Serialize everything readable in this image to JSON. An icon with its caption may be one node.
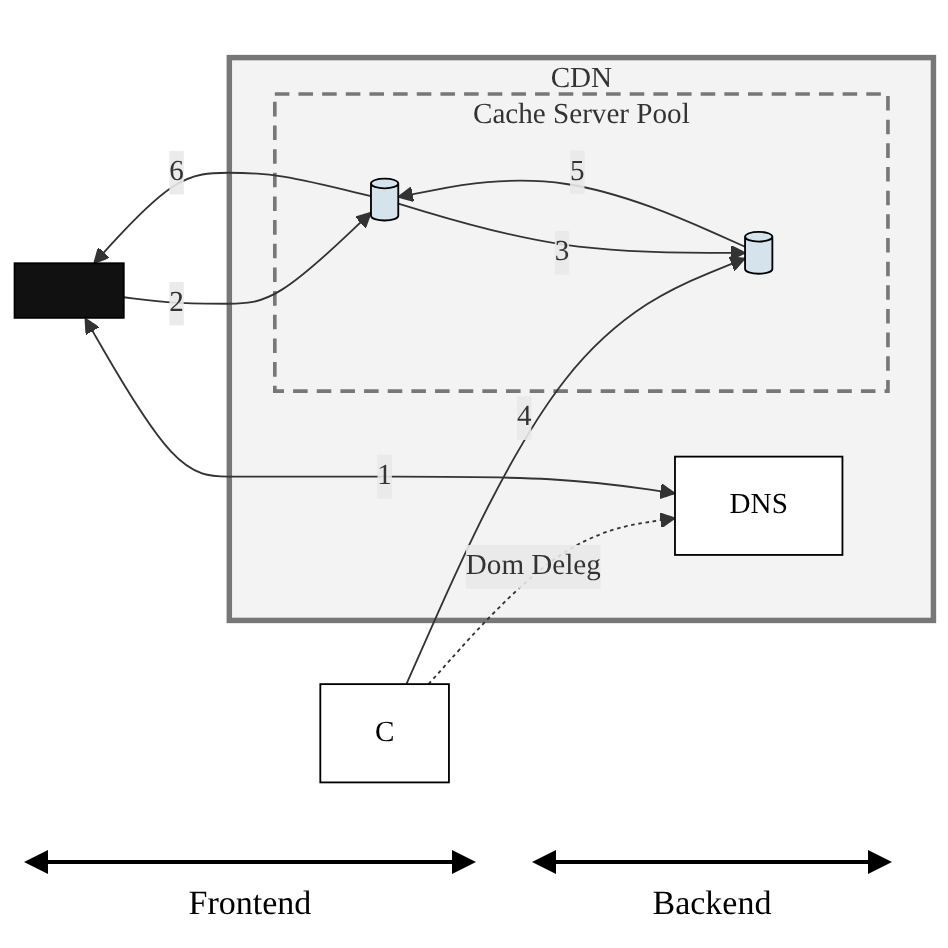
{
  "diagram": {
    "nodes": [
      {
        "text": [],
        "shape": "box"
      },
      {
        "text": [
          "CDN"
        ]
      },
      {
        "text": [
          "DNS"
        ],
        "in": 1
      },
      {
        "text": [
          "Cache Server Pool"
        ],
        "in": 1
      },
      {
        "text": [],
        "shape": "cylinder",
        "in": 3
      },
      {
        "text": [],
        "shape": "cylinder",
        "in": 3
      },
      {
        "text": [
          "C"
        ]
      }
    ],
    "edges": [
      {
        "from": 0,
        "to": 2,
        "arrow": "both",
        "label": "1"
      },
      {
        "from": 0,
        "to": 4,
        "arrow": "to",
        "label": "2"
      },
      {
        "from": 4,
        "to": 5,
        "arrow": "to",
        "label": "3"
      },
      {
        "from": 6,
        "to": 5,
        "arrow": "to",
        "label": "4"
      },
      {
        "from": 5,
        "to": 4,
        "arrow": "to",
        "label": "5"
      },
      {
        "from": 4,
        "to": 0,
        "arrow": "to",
        "label": "6"
      },
      {
        "from": 6,
        "to": 2,
        "arrow": "to",
        "label": "Dom Deleg",
        "style": "dashed"
      }
    ],
    "labels": [
      "Frontend",
      "Backend"
    ]
  }
}
